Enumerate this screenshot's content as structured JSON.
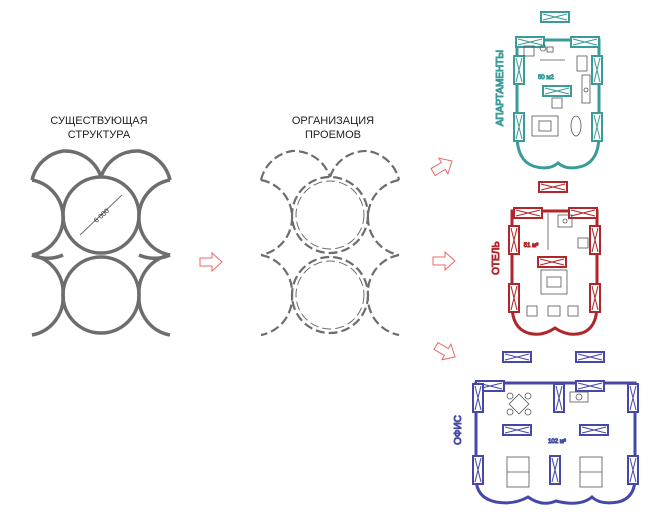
{
  "existing": {
    "line1": "СУЩЕСТВУЮЩАЯ",
    "line2": "СТРУКТУРА",
    "dimension": "6 000"
  },
  "openings": {
    "line1": "ОРГАНИЗАЦИЯ",
    "line2": "ПРОЕМОВ"
  },
  "apartments": {
    "label": "АПАРТАМЕНТЫ",
    "area": "50 м2",
    "color": "#3a9b98"
  },
  "hotel": {
    "label": "ОТЕЛЬ",
    "area": "51 м²",
    "color": "#b0262b"
  },
  "office": {
    "label": "ОФИС",
    "area": "102 м²",
    "color": "#4548a8"
  },
  "structure_color": "#6d6d6d",
  "arrow_color": "#e86b66"
}
